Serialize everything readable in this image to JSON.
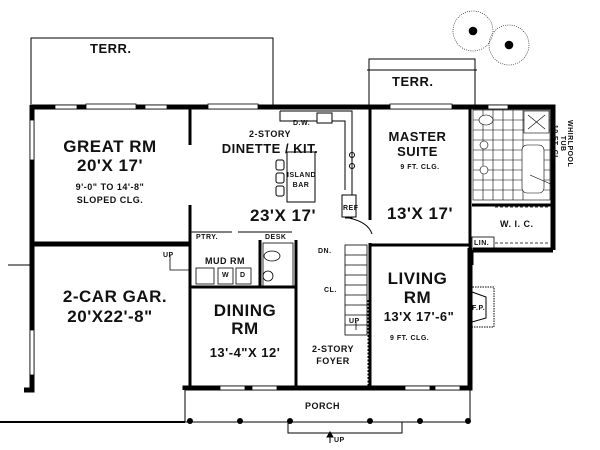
{
  "plan": {
    "terraces": [
      {
        "label": "TERR."
      },
      {
        "label": "TERR."
      }
    ],
    "rooms": {
      "great_rm": {
        "name": "GREAT RM",
        "size": "20'X 17'",
        "note1": "9'-0\" TO 14'-8\"",
        "note2": "SLOPED CLG."
      },
      "dinette_kit": {
        "prefix": "2-STORY",
        "name": "DINETTE / KIT.",
        "size": "23'X 17'"
      },
      "island_bar": {
        "line1": "ISLAND",
        "line2": "BAR"
      },
      "dw": {
        "label": "D.W."
      },
      "ref": {
        "label": "REF"
      },
      "master_suite": {
        "line1": "MASTER",
        "line2": "SUITE",
        "note": "9 FT. CLG.",
        "size": "13'X 17'"
      },
      "whirlpool": {
        "line1": "WHIRLPOOL",
        "line2": "TUB",
        "line3": "10 FT. CL."
      },
      "wic": {
        "label": "W. I. C."
      },
      "lin": {
        "label": "LIN."
      },
      "ptry": {
        "label": "PTRY."
      },
      "desk": {
        "label": "DESK"
      },
      "mud_rm": {
        "name": "MUD RM",
        "washer": "W",
        "dryer": "D"
      },
      "garage": {
        "name": "2-CAR GAR.",
        "size": "20'X22'-8\""
      },
      "garage_up": {
        "label": "UP"
      },
      "dining_rm": {
        "line1": "DINING",
        "line2": "RM",
        "size": "13'-4\"X 12'"
      },
      "stairs": {
        "dn": "DN.",
        "cl": "CL.",
        "up": "UP"
      },
      "foyer": {
        "line1": "2-STORY",
        "line2": "FOYER"
      },
      "living_rm": {
        "line1": "LIVING",
        "line2": "RM",
        "size": "13'X 17'-6\"",
        "note": "9 FT. CLG."
      },
      "fireplace": {
        "label": "F.P."
      },
      "porch": {
        "name": "PORCH",
        "up": "UP"
      }
    },
    "colors": {
      "line": "#000000",
      "background": "#ffffff"
    }
  }
}
